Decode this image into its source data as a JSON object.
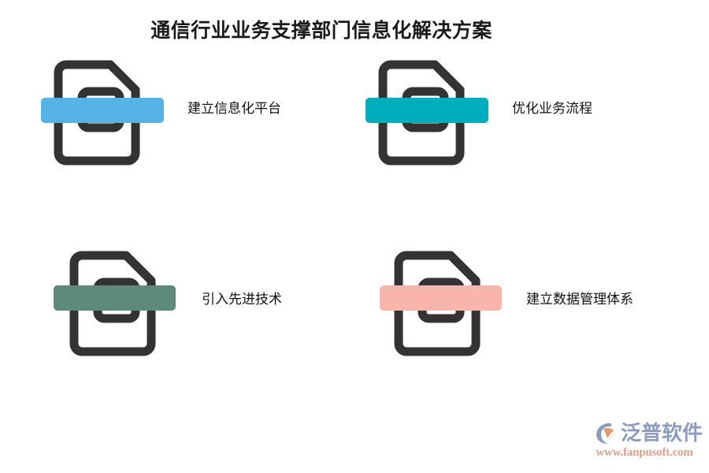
{
  "slide": {
    "title": "通信行业业务支撑部门信息化解决方案",
    "background_color": "#ffffff",
    "icon_color": "#333333"
  },
  "items": [
    {
      "label": "建立信息化平台",
      "bar_color": "#56b4e4",
      "icon": "document-sim-icon",
      "position": "top-left"
    },
    {
      "label": "优化业务流程",
      "bar_color": "#00adbd",
      "icon": "document-sim-icon",
      "position": "top-right"
    },
    {
      "label": "引入先进技术",
      "bar_color": "#5e8a7c",
      "icon": "document-sim-icon",
      "position": "bottom-left"
    },
    {
      "label": "建立数据管理体系",
      "bar_color": "#f9b4ac",
      "icon": "document-sim-icon",
      "position": "bottom-right"
    }
  ],
  "watermark": {
    "brand": "泛普软件",
    "url": "www.fanpusoft.com",
    "brand_color": "#8c9cc0",
    "url_color": "#d9a08d",
    "accent_color": "#e09a6a"
  }
}
